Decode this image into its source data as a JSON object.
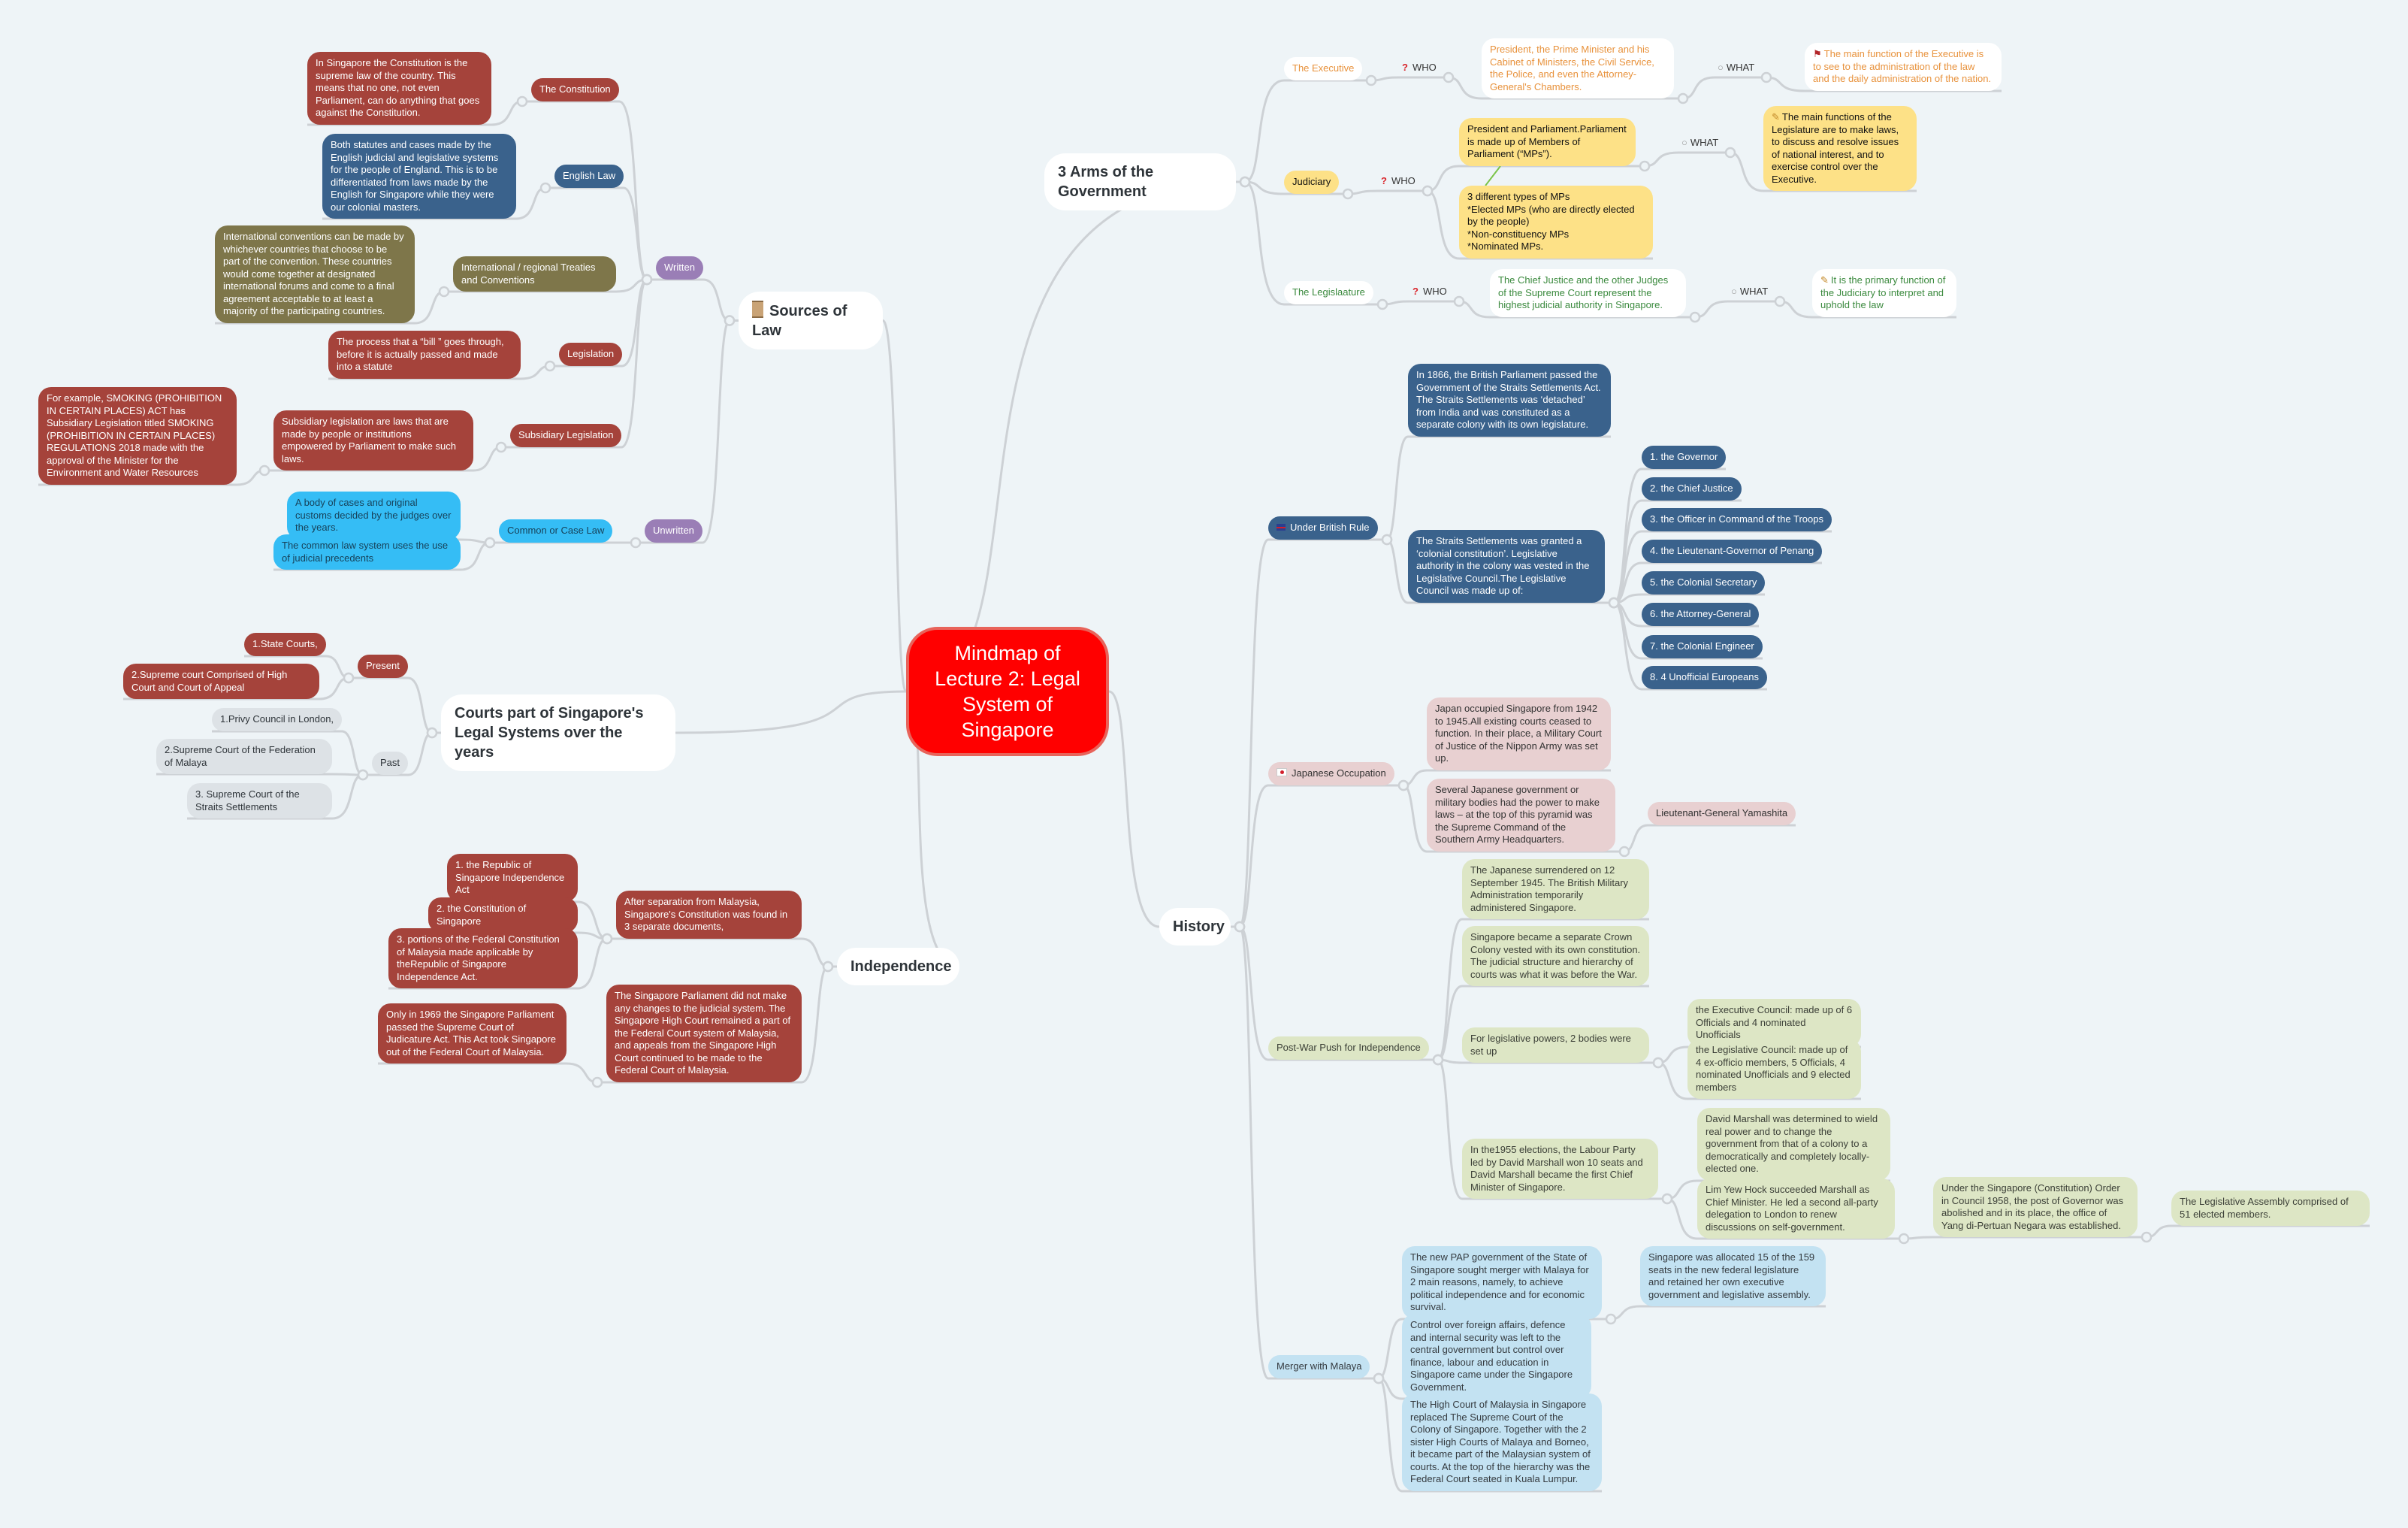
{
  "root": {
    "title": "Mindmap of Lecture 2: Legal System of Singapore"
  },
  "sources": {
    "title": "Sources of Law",
    "icon": "scroll-icon",
    "written": {
      "label": "Written",
      "constitution": {
        "label": "The Constitution",
        "desc": "In Singapore the Constitution is the supreme law of the country. This means that no one, not even Parliament, can do anything that goes against the Constitution."
      },
      "english_law": {
        "label": "English Law",
        "desc": "Both statutes and cases made by the English judicial and legislative systems for the people of England. This is to be differentiated from laws made by the English for Singapore while they were our colonial masters."
      },
      "treaties": {
        "label": "International / regional Treaties and Conventions",
        "desc": "International conventions can be made by whichever countries that choose to be part of the convention. These countries would come together at designated international forums and come to a final agreement acceptable to at least a majority of the participating countries."
      },
      "legislation": {
        "label": "Legislation",
        "desc": "The process that a “bill ” goes through, before it is actually passed and made into a statute"
      },
      "subsidiary": {
        "label": "Subsidiary Legislation",
        "desc": "Subsidiary legislation are laws that are made by people or institutions empowered by Parliament to make such laws.",
        "example": "For example, SMOKING (PROHIBITION IN CERTAIN PLACES) ACT has Subsidiary Legislation titled SMOKING (PROHIBITION IN CERTAIN PLACES)\nREGULATIONS 2018 made with the approval of the Minister for the Environment and Water Resources"
      }
    },
    "unwritten": {
      "label": "Unwritten",
      "common_law": {
        "label": "Common or Case Law",
        "items": [
          "A body of cases and original customs decided by the judges over the years.",
          "The common law system uses the use of judicial precedents"
        ]
      }
    }
  },
  "courts": {
    "title": "Courts part of Singapore's Legal Systems over the years",
    "present": {
      "label": "Present",
      "items": [
        "1.State Courts,",
        "2.Supreme court Comprised of High Court and Court of Appeal"
      ]
    },
    "past": {
      "label": "Past",
      "items": [
        "1.Privy Council in London,",
        "2.Supreme Court of the Federation of Malaya",
        "3. Supreme Court of the Straits Settlements"
      ]
    }
  },
  "independence": {
    "title": "Independence",
    "separation": {
      "label": "After separation from Malaysia, Singapore's Constitution was found in 3 separate documents,",
      "items": [
        "1. the Republic of Singapore Independence Act",
        "2. the Constitution of Singapore",
        "3. portions of the Federal Constitution of Malaysia made applicable by theRepublic of Singapore Independence Act."
      ]
    },
    "parliament": {
      "label": "The Singapore Parliament did not make any changes to the judicial system. The Singapore High Court remained a part of the Federal Court system of Malaysia, and appeals from the Singapore High Court continued to be made to the Federal Court of Malaysia.",
      "item": "Only in 1969 the Singapore Parliament passed the Supreme Court of Judicature Act. This Act took Singapore out of the Federal Court of Malaysia."
    }
  },
  "arms": {
    "title": "3 Arms of the Government",
    "who_label": "WHO",
    "what_label": "WHAT",
    "executive": {
      "label": "The Executive",
      "who": "President, the Prime Minister and his Cabinet of Ministers, the Civil Service, the Police, and even the Attorney-General's Chambers.",
      "what": "The main function of the Executive is to see to the administration of the law and the daily administration of the nation."
    },
    "judiciary": {
      "label": "Judiciary",
      "who": "President and Parliament.Parliament is made up of Members of Parliament (“MPs”).",
      "who2": "3 different types of MPs\n*Elected MPs (who are directly elected by the people)\n*Non-constituency MPs\n*Nominated MPs.",
      "what": "The main functions of the Legislature are to make laws, to discuss and resolve issues of national interest, and to exercise control over the Executive."
    },
    "legislature": {
      "label": "The Legislaature",
      "who": "The Chief Justice and the other Judges of the Supreme Court represent the highest judicial authority in Singapore.",
      "what": "It is the primary function of the Judiciary to interpret and uphold the law"
    }
  },
  "history": {
    "title": "History",
    "british": {
      "label": "Under British Rule",
      "act_1866": "In 1866, the British Parliament passed the Government of the Straits Settlements Act. The Straits Settlements was ‘detached’ from India and was constituted as a separate colony with its own legislature.",
      "constitution": "The Straits Settlements was granted a ‘colonial constitution’. Legislative authority in the colony was vested in the Legislative Council.The Legislative Council was made up of:",
      "members": [
        "1. the Governor",
        "2. the Chief Justice",
        "3. the Officer in Command of the Troops",
        "4. the Lieutenant-Governor of Penang",
        "5. the Colonial Secretary",
        "6. the Attorney-General",
        "7. the Colonial Engineer",
        "8. 4 Unofficial Europeans"
      ]
    },
    "japanese": {
      "label": "Japanese Occupation",
      "occupied": "Japan occupied Singapore from 1942 to 1945.All existing courts ceased to function. In their place, a Military Court of Justice of the Nippon Army was set up.",
      "bodies": "Several Japanese government or military bodies had the power to make laws – at the top of this pyramid was the Supreme Command of the Southern Army Headquarters.",
      "yamashita": "Lieutenant-General Yamashita"
    },
    "postwar": {
      "label": "Post-War Push for Independence",
      "surrender": "The Japanese surrendered on 12 September 1945. The British Military Administration temporarily administered Singapore.",
      "crown_colony": "Singapore became a separate Crown Colony vested with its own constitution. The judicial structure and hierarchy of courts was what it was before the War.",
      "bodies": "For legislative powers, 2 bodies were set up",
      "exec_council": "the Executive Council: made up of 6 Officials and 4 nominated Unofficials",
      "legis_council": "the Legislative Council: made up of 4 ex-officio members, 5 Officials, 4 nominated Unofficials and 9 elected members",
      "elections": "In the1955 elections, the Labour Party led by David Marshall won 10 seats and David Marshall became the first Chief Minister of Singapore.",
      "marshall": "David Marshall was determined to wield real power and to change the government from that of a colony to a democratically and completely locally-elected one.",
      "lim": "Lim Yew Hock succeeded Marshall as Chief Minister. He led a second all-party delegation to London to renew discussions on self-government.",
      "order_1958": "Under the Singapore (Constitution) Order in Council 1958, the post of Governor was abolished and in its place, the office of Yang di-Pertuan Negara was established.",
      "assembly": "The Legislative Assembly comprised of 51 elected members."
    },
    "merger": {
      "label": "Merger with Malaya",
      "pap": "The new PAP government of the State of Singapore sought merger with Malaya for 2 main reasons, namely, to achieve political independence and for economic survival.",
      "seats": "Singapore was allocated 15 of the 159 seats in the new federal legislature and retained her own executive government and legislative assembly.",
      "control": "Control over foreign affairs, defence and internal security was left to the central government but control over finance, labour and education in Singapore came under the Singapore Government.",
      "high_court": "The High Court of Malaysia in Singapore replaced The Supreme Court of the Colony of Singapore. Together with the 2 sister High Courts of Malaya and Borneo, it became part of the Malaysian system of courts. At the top of the hierarchy was the Federal Court seated in Kuala Lumpur."
    }
  },
  "colors": {
    "background": "#eef4f7",
    "root": "#ff0000",
    "red": "#a5433b",
    "blue": "#3a628c",
    "olive": "#7e764a",
    "purple": "#9a7eb6",
    "cyan": "#35bdf5",
    "yellow": "#fde187",
    "pink": "#e8d0d1",
    "green": "#dde6c5",
    "light_blue": "#c3e2f2",
    "line": "#cdd1d5"
  }
}
